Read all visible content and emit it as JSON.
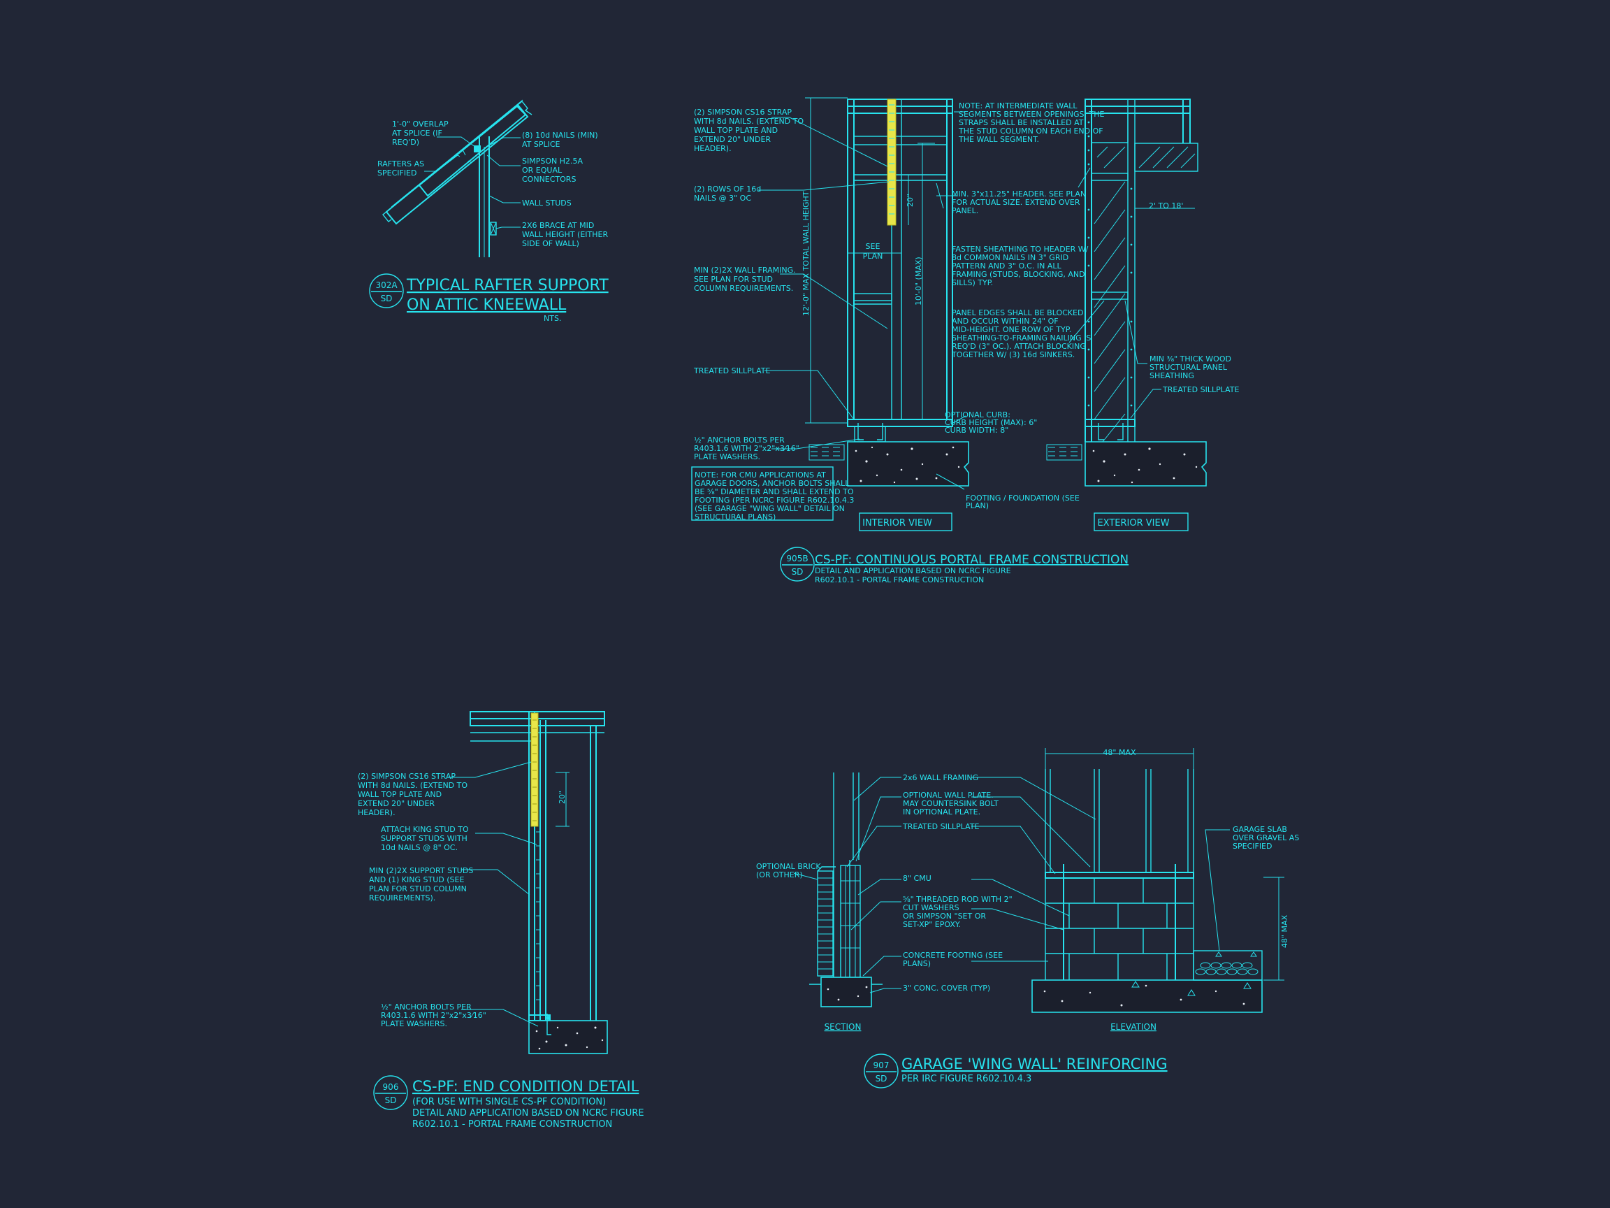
{
  "details": {
    "d302a": {
      "number": "302A",
      "sheet": "SD",
      "title_line1": "TYPICAL RAFTER SUPPORT",
      "title_line2": "ON ATTIC KNEEWALL",
      "scale": "NTS.",
      "notes": {
        "overlap": [
          "1'-0\" OVERLAP",
          "AT SPLICE (IF",
          "REQ'D)"
        ],
        "rafters": [
          "RAFTERS AS",
          "SPECIFIED"
        ],
        "nails": [
          "(8) 10d NAILS (MIN)",
          "AT SPLICE"
        ],
        "simpson": [
          "SIMPSON H2.5A",
          "OR EQUAL",
          "CONNECTORS"
        ],
        "studs": [
          "WALL STUDS"
        ],
        "brace": [
          "2X6 BRACE AT MID",
          "WALL HEIGHT (EITHER",
          "SIDE OF WALL)"
        ]
      }
    },
    "d905b": {
      "number": "905B",
      "sheet": "SD",
      "title": "CS-PF: CONTINUOUS PORTAL FRAME CONSTRUCTION",
      "sub1": "DETAIL AND APPLICATION BASED ON NCRC FIGURE",
      "sub2": "R602.10.1 - PORTAL FRAME CONSTRUCTION",
      "interior_view": "INTERIOR VIEW",
      "exterior_view": "EXTERIOR VIEW",
      "dims": {
        "d20": "20\"",
        "see_plan": [
          "SEE",
          "PLAN"
        ],
        "max_total": "12'-0\" MAX TOTAL WALL HEIGHT",
        "max10": "10'-0\" (MAX)",
        "two_to_18": "2' TO 18'"
      },
      "notes": {
        "strap": [
          "(2) SIMPSON CS16 STRAP",
          "WITH 8d NAILS. (EXTEND TO",
          "WALL TOP PLATE AND",
          "EXTEND 20\" UNDER",
          "HEADER)."
        ],
        "rows": [
          "(2) ROWS OF 16d",
          "NAILS @ 3\" OC"
        ],
        "framing": [
          "MIN (2)2X WALL FRAMING.",
          "SEE PLAN FOR STUD",
          "COLUMN REQUIREMENTS."
        ],
        "sillplate": [
          "TREATED SILLPLATE"
        ],
        "anchor": [
          "½\" ANCHOR BOLTS PER",
          "R403.1.6 WITH 2\"x2\"x3⁄16\"",
          "PLATE WASHERS."
        ],
        "cmu_note": [
          "NOTE: FOR CMU APPLICATIONS AT",
          "GARAGE DOORS, ANCHOR BOLTS SHALL",
          "BE ⅝\" DIAMETER AND SHALL EXTEND TO",
          "FOOTING (PER NCRC FIGURE R602.10.4.3",
          "(SEE GARAGE \"WING WALL\" DETAIL ON",
          "STRUCTURAL PLANS)"
        ],
        "intermediate": [
          "NOTE: AT INTERMEDIATE WALL",
          "SEGMENTS BETWEEN OPENINGS, THE",
          "STRAPS SHALL BE INSTALLED AT",
          "THE STUD COLUMN ON EACH END OF",
          "THE WALL SEGMENT."
        ],
        "header": [
          "MIN. 3\"x11.25\" HEADER. SEE PLAN",
          "FOR ACTUAL SIZE. EXTEND OVER",
          "PANEL."
        ],
        "fasten": [
          "FASTEN SHEATHING TO HEADER W/",
          "8d COMMON NAILS IN 3\" GRID",
          "PATTERN AND 3\" O.C. IN ALL",
          "FRAMING (STUDS, BLOCKING, AND",
          "SILLS) TYP."
        ],
        "panel": [
          "PANEL EDGES SHALL BE BLOCKED",
          "AND OCCUR WITHIN 24\" OF",
          "MID-HEIGHT.  ONE ROW OF TYP.",
          "SHEATHING-TO-FRAMING NAILING IS",
          "REQ'D (3\" OC.).  ATTACH BLOCKING",
          "TOGETHER W/ (3) 16d SINKERS."
        ],
        "curb": [
          "OPTIONAL CURB:",
          "CURB HEIGHT (MAX): 6\"",
          "CURB WIDTH: 8\""
        ],
        "footing": [
          "FOOTING / FOUNDATION (SEE",
          "PLAN)"
        ],
        "osb": [
          "MIN ⅜\" THICK WOOD",
          "STRUCTURAL PANEL",
          "SHEATHING"
        ],
        "sill_ext": [
          "TREATED SILLPLATE"
        ]
      }
    },
    "d906": {
      "number": "906",
      "sheet": "SD",
      "title": "CS-PF: END CONDITION DETAIL",
      "sub1": "(FOR USE WITH SINGLE CS-PF CONDITION)",
      "sub2": "DETAIL AND APPLICATION BASED ON NCRC FIGURE",
      "sub3": "R602.10.1 - PORTAL FRAME CONSTRUCTION",
      "dim20": "20\"",
      "notes": {
        "strap": [
          "(2) SIMPSON CS16 STRAP",
          "WITH 8d NAILS. (EXTEND TO",
          "WALL TOP PLATE AND",
          "EXTEND 20\" UNDER",
          "HEADER)."
        ],
        "king": [
          "ATTACH KING STUD TO",
          "SUPPORT STUDS WITH",
          "10d NAILS @ 8\" OC."
        ],
        "support": [
          "MIN (2)2X SUPPORT STUDS",
          "AND (1) KING STUD (SEE",
          "PLAN FOR STUD COLUMN",
          "REQUIREMENTS)."
        ],
        "anchor": [
          "½\" ANCHOR BOLTS PER",
          "R403.1.6 WITH 2\"x2\"x3⁄16\"",
          "PLATE WASHERS."
        ]
      }
    },
    "d907": {
      "number": "907",
      "sheet": "SD",
      "title": "GARAGE 'WING WALL' REINFORCING",
      "sub1": "PER IRC FIGURE R602.10.4.3",
      "section": "SECTION",
      "elevation": "ELEVATION",
      "dim48": "48\" MAX",
      "dim48v": "48\" MAX",
      "notes": {
        "framing": [
          "2x6 WALL FRAMING"
        ],
        "plate": [
          "OPTIONAL WALL PLATE.",
          "MAY COUNTERSINK BOLT",
          "IN OPTIONAL PLATE."
        ],
        "sill": [
          "TREATED SILLPLATE"
        ],
        "brick": [
          "OPTIONAL BRICK",
          "(OR OTHER)"
        ],
        "cmu": [
          "8\" CMU"
        ],
        "rod": [
          "⅝\" THREADED ROD WITH 2\"",
          "CUT WASHERS",
          "OR SIMPSON \"SET OR",
          "SET-XP\" EPOXY."
        ],
        "footing": [
          "CONCRETE FOOTING (SEE",
          "PLANS)"
        ],
        "cover": [
          "3\" CONC. COVER (TYP)"
        ],
        "slab": [
          "GARAGE SLAB",
          "OVER GRAVEL AS",
          "SPECIFIED"
        ]
      }
    }
  }
}
